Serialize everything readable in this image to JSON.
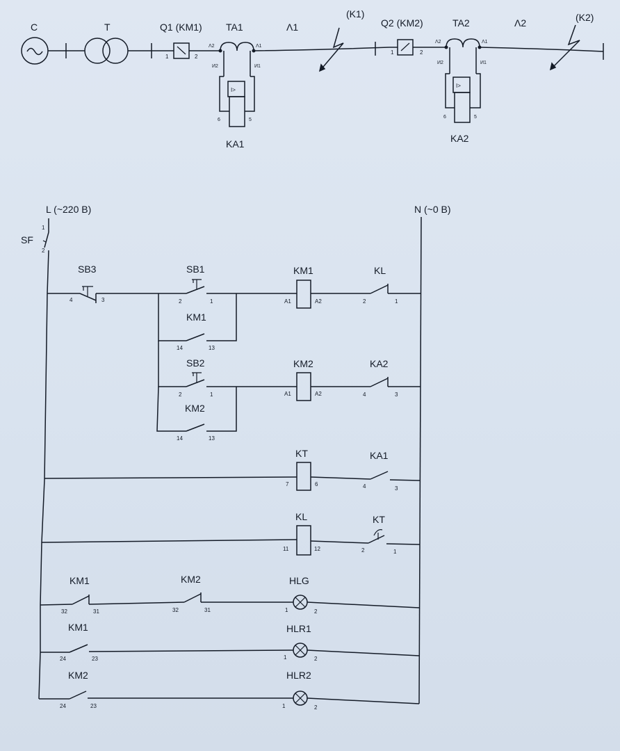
{
  "one_line": {
    "source": "C",
    "transformer": "T",
    "breaker1": "Q1 (KM1)",
    "breaker2": "Q2 (KM2)",
    "ct1": "TA1",
    "ct2": "TA2",
    "line1": "Λ1",
    "line2": "Λ2",
    "fault1": "(K1)",
    "fault2": "(K2)",
    "relay1": "KA1",
    "relay2": "KA2",
    "relay_symbol": "I>",
    "pins": {
      "b_in": "1",
      "b_out": "2",
      "ct_l2": "Λ2",
      "ct_l1": "Λ1",
      "ct_i2": "И2",
      "ct_i1": "И1",
      "r6": "6",
      "r5": "5"
    }
  },
  "control": {
    "phase_label": "L (~220 В)",
    "neutral_label": "N (~0 В)",
    "breaker": {
      "name": "SF",
      "p1": "1",
      "p2": "2"
    },
    "rungs": {
      "sb3": {
        "name": "SB3",
        "p1": "4",
        "p2": "3"
      },
      "sb1": {
        "name": "SB1",
        "p1": "2",
        "p2": "1"
      },
      "km1_hold": {
        "name": "KM1",
        "p1": "14",
        "p2": "13"
      },
      "km1_coil": {
        "name": "KM1",
        "p1": "A1",
        "p2": "A2"
      },
      "kl_contact": {
        "name": "KL",
        "p1": "2",
        "p2": "1"
      },
      "sb2": {
        "name": "SB2",
        "p1": "2",
        "p2": "1"
      },
      "km2_hold": {
        "name": "KM2",
        "p1": "14",
        "p2": "13"
      },
      "km2_coil": {
        "name": "KM2",
        "p1": "A1",
        "p2": "A2"
      },
      "ka2_contact": {
        "name": "KA2",
        "p1": "4",
        "p2": "3"
      },
      "kt_coil": {
        "name": "KT",
        "p1": "7",
        "p2": "6"
      },
      "ka1_contact": {
        "name": "KA1",
        "p1": "4",
        "p2": "3"
      },
      "kl_coil": {
        "name": "KL",
        "p1": "11",
        "p2": "12"
      },
      "kt_contact": {
        "name": "KT",
        "p1": "2",
        "p2": "1"
      },
      "km1_nc": {
        "name": "KM1",
        "p1": "32",
        "p2": "31"
      },
      "km2_nc": {
        "name": "KM2",
        "p1": "32",
        "p2": "31"
      },
      "hlg": {
        "name": "HLG",
        "p1": "1",
        "p2": "2"
      },
      "km1_no": {
        "name": "KM1",
        "p1": "24",
        "p2": "23"
      },
      "hlr1": {
        "name": "HLR1",
        "p1": "1",
        "p2": "2"
      },
      "km2_no": {
        "name": "KM2",
        "p1": "24",
        "p2": "23"
      },
      "hlr2": {
        "name": "HLR2",
        "p1": "1",
        "p2": "2"
      }
    }
  }
}
